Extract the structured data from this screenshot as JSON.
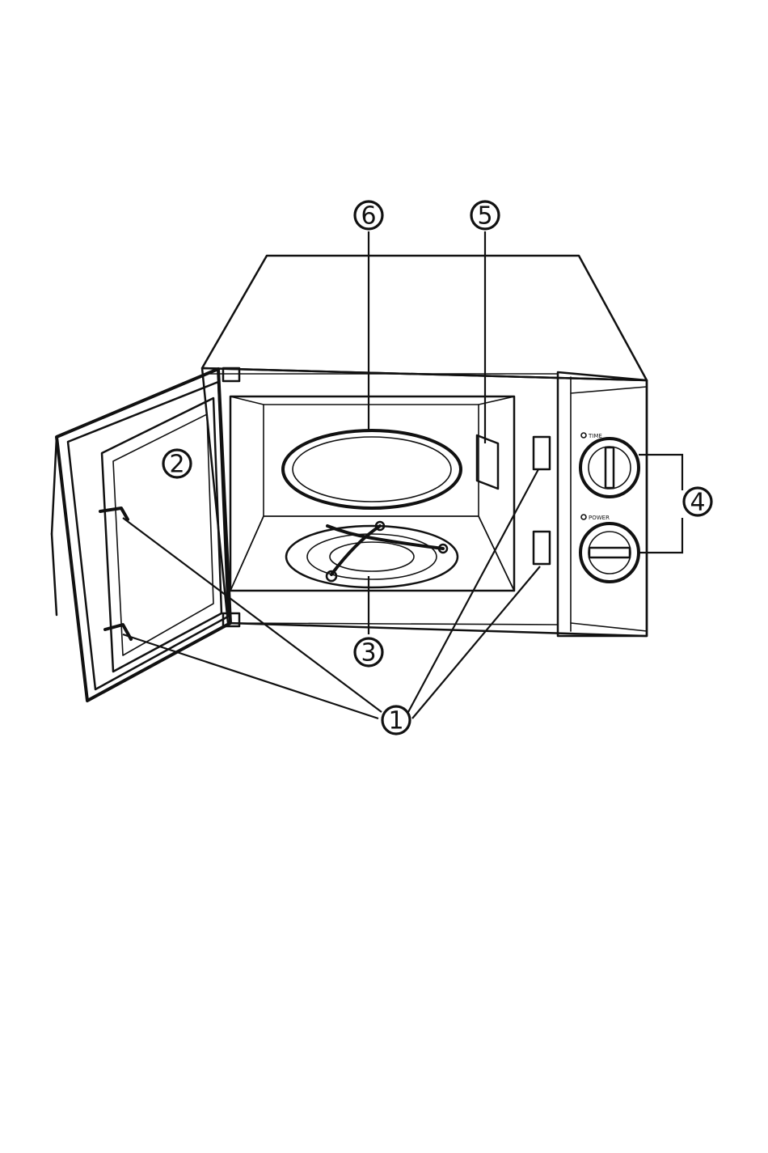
{
  "diagram": {
    "callouts": [
      {
        "id": "c1",
        "label": "1"
      },
      {
        "id": "c2",
        "label": "2"
      },
      {
        "id": "c3",
        "label": "3"
      },
      {
        "id": "c4",
        "label": "4"
      },
      {
        "id": "c5",
        "label": "5"
      },
      {
        "id": "c6",
        "label": "6"
      }
    ],
    "controls": {
      "upper_knob_label": "TIME",
      "lower_knob_label": "POWER"
    }
  }
}
